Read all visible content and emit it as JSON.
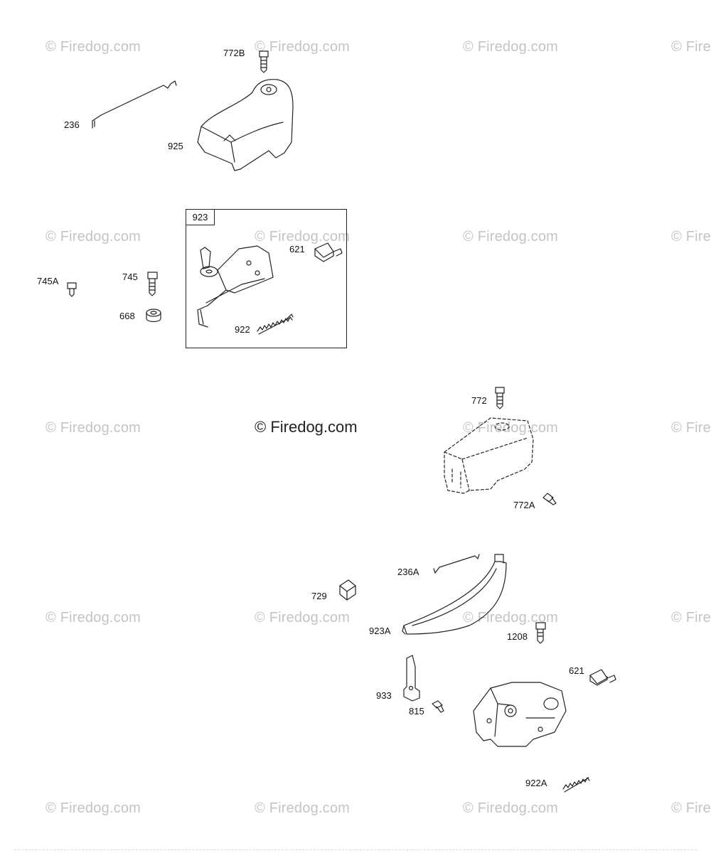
{
  "watermark": {
    "text": "© Firedog.com",
    "center_text": "© Firedog.com",
    "edge_text": "© Fire"
  },
  "kit": {
    "label": "923"
  },
  "parts": {
    "p772B": "772B",
    "p236": "236",
    "p925": "925",
    "p621": "621",
    "p745A": "745A",
    "p745": "745",
    "p668": "668",
    "p922": "922",
    "p772": "772",
    "p772A": "772A",
    "p236A": "236A",
    "p729": "729",
    "p923A": "923A",
    "p1208": "1208",
    "p621b": "621",
    "p933": "933",
    "p815": "815",
    "p922A": "922A"
  },
  "colors": {
    "line": "#222222",
    "watermark": "#c4c4c4"
  }
}
